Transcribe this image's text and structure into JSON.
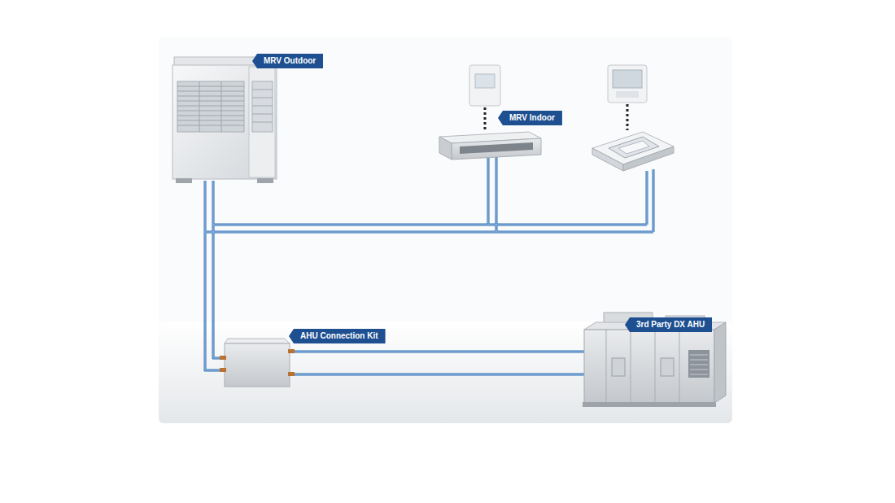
{
  "diagram": {
    "nodes": [
      {
        "text": [
          "MRV Outdoor"
        ]
      },
      {
        "text": [
          "MRV Indoor"
        ]
      },
      {
        "text": [
          "AHU Connection Kit"
        ]
      },
      {
        "text": [
          "3rd Party DX AHU"
        ]
      }
    ]
  }
}
